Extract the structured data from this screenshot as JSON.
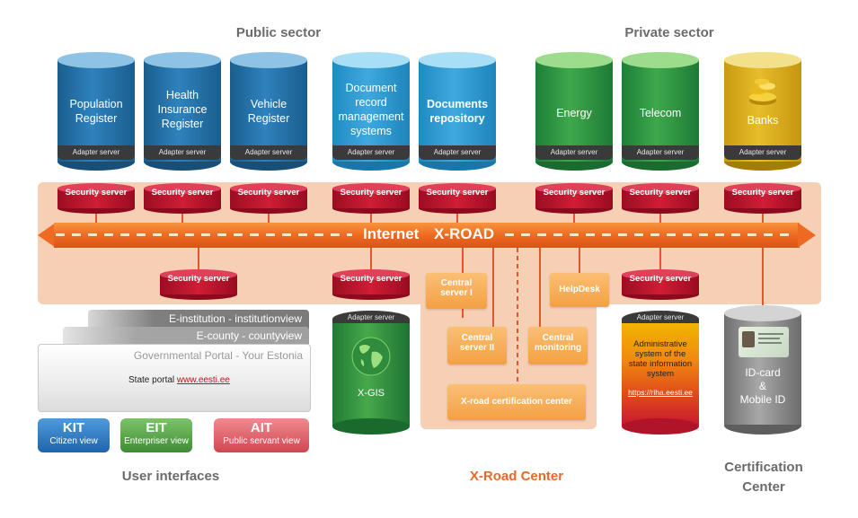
{
  "sectors": {
    "public": "Public sector",
    "private": "Private sector"
  },
  "registers": [
    {
      "label": "Population\nRegister",
      "adapter": "Adapter server"
    },
    {
      "label": "Health\nInsurance\nRegister",
      "adapter": "Adapter server"
    },
    {
      "label": "Vehicle\nRegister",
      "adapter": "Adapter server"
    },
    {
      "label": "Document\nrecord\nmanagement\nsystems",
      "adapter": "Adapter server"
    },
    {
      "label": "Documents\nrepository",
      "adapter": "Adapter server"
    },
    {
      "label": "Energy",
      "adapter": "Adapter server"
    },
    {
      "label": "Telecom",
      "adapter": "Adapter server"
    },
    {
      "label": "Banks",
      "adapter": "Adapter server"
    }
  ],
  "security_server_label": "Security server",
  "xroad": {
    "internet": "Internet",
    "name": "X-ROAD"
  },
  "center_boxes": {
    "central_server_1": "Central\nserver I",
    "central_server_2": "Central\nserver II",
    "central_monitoring": "Central\nmonitoring",
    "helpdesk": "HelpDesk",
    "certification_center": "X-road certification center"
  },
  "xgis": {
    "adapter": "Adapter server",
    "label": "X-GIS"
  },
  "riha": {
    "adapter": "Adapter server",
    "label": "Administrative\nsystem of the\nstate information\nsystem",
    "link": "https://riha.eesti.ee"
  },
  "idcard": {
    "label": "ID-card\n&\nMobile ID"
  },
  "portal_layers": {
    "institution": "E-institution - institutionview",
    "county": "E-county - countyview",
    "portal": "Governmental Portal - Your Estonia",
    "state_portal_prefix": "State portal ",
    "state_portal_link": "www.eesti.ee"
  },
  "ui_buttons": [
    {
      "title": "KIT",
      "subtitle": "Citizen view",
      "color": "#2e7bc4"
    },
    {
      "title": "EIT",
      "subtitle": "Enterpriser view",
      "color": "#5aa84a"
    },
    {
      "title": "AIT",
      "subtitle": "Public servant view",
      "color": "#e0626a"
    }
  ],
  "bottom_labels": {
    "user_interfaces": "User interfaces",
    "xroad_center": "X-Road Center",
    "certification_center": "Certification\nCenter"
  },
  "colors": {
    "xroad_orange": "#ef6a20",
    "security_red": "#c8182f",
    "band": "#f6cfb4",
    "xroad_center_label": "#e8692a"
  }
}
